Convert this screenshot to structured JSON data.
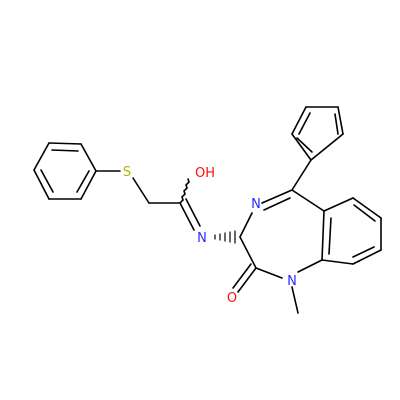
{
  "atom_labels": {
    "S": "S",
    "OH": "OH",
    "N_imine": "N",
    "N_amide": "N",
    "N_methyl": "N",
    "O": "O"
  },
  "colors": {
    "bond": "#000000",
    "sulfur": "#b2b200",
    "nitrogen": "#2a2aff",
    "oxygen": "#ff0d0d",
    "background": "#ffffff"
  }
}
